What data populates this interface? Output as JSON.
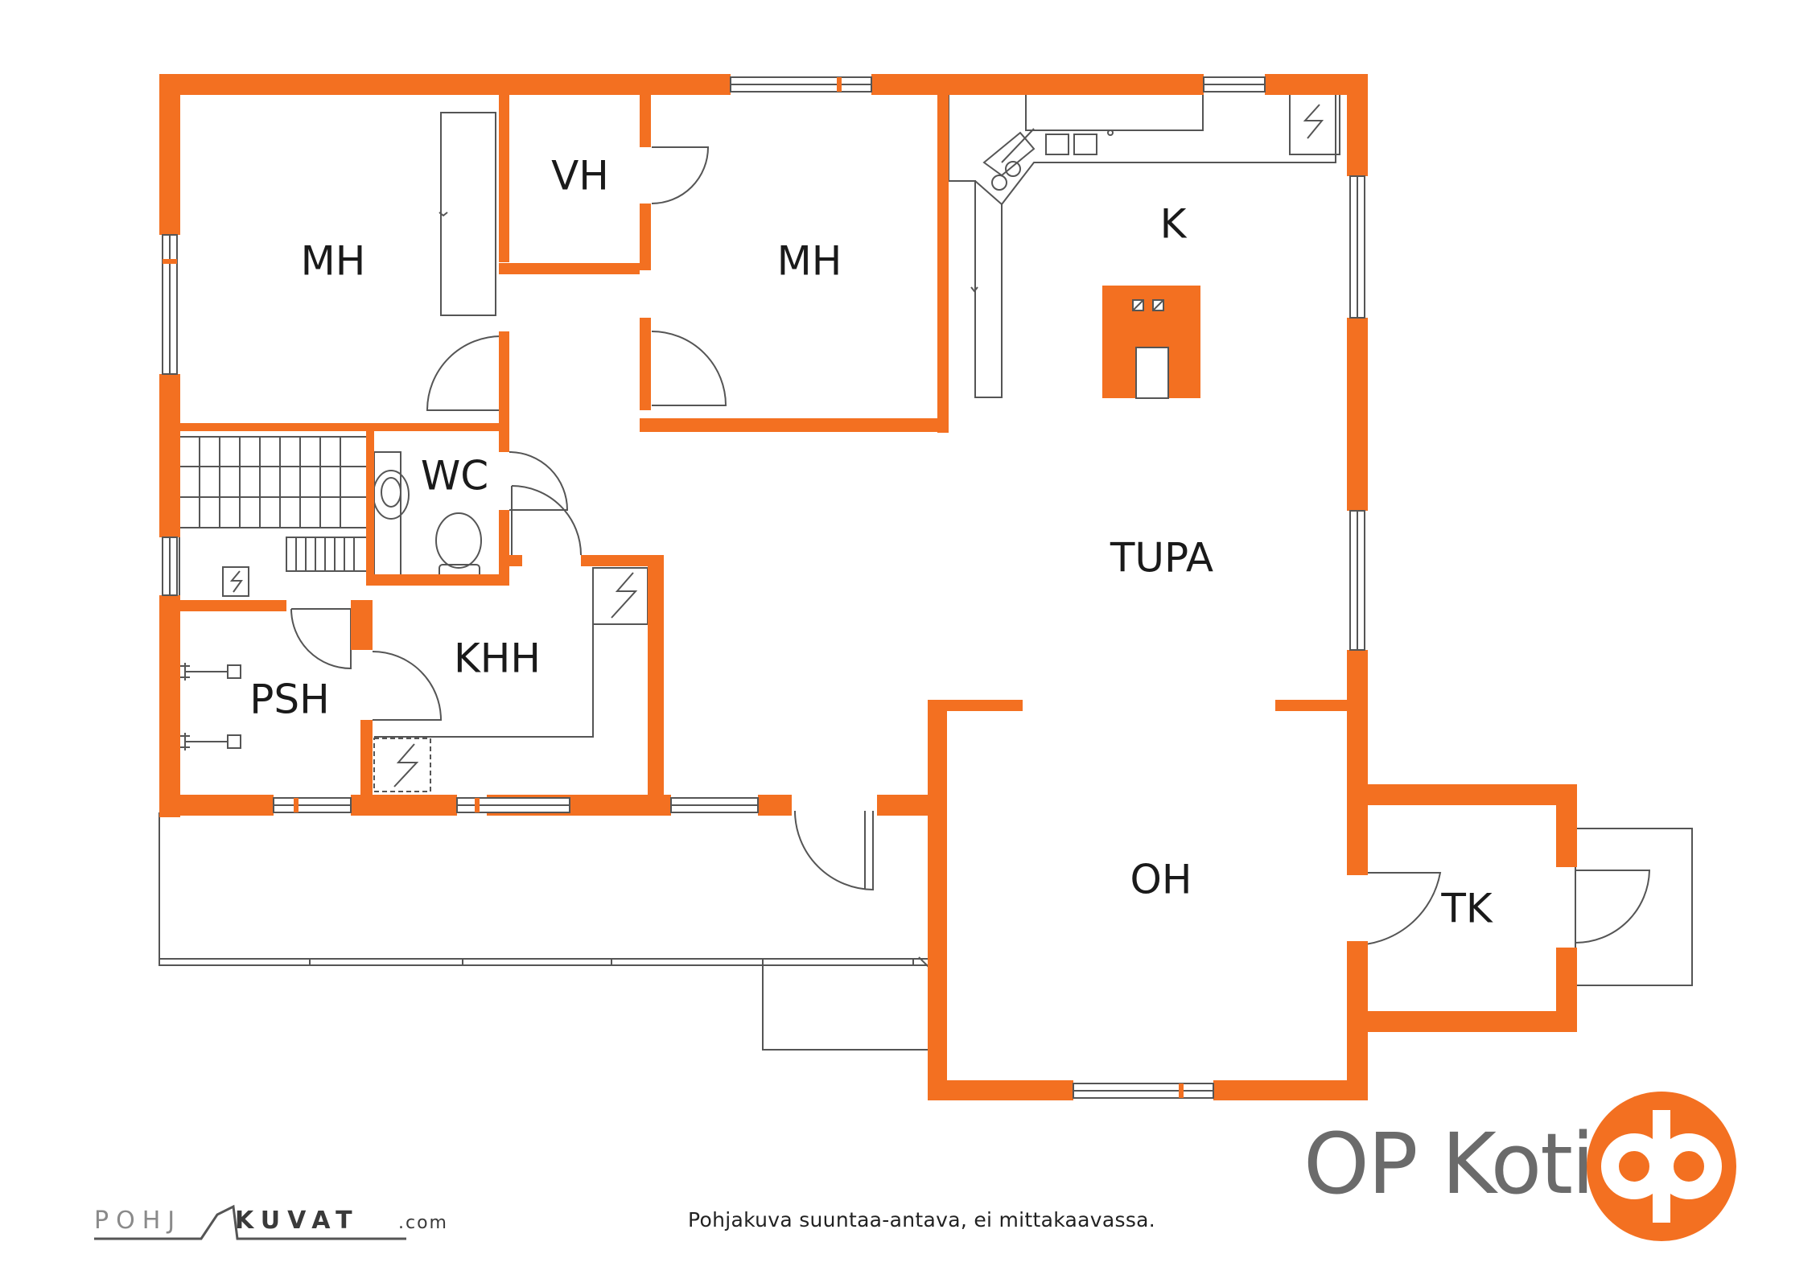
{
  "rooms": [
    {
      "id": "mh1",
      "label": "MH"
    },
    {
      "id": "vh",
      "label": "VH"
    },
    {
      "id": "mh2",
      "label": "MH"
    },
    {
      "id": "k",
      "label": "K"
    },
    {
      "id": "wc",
      "label": "WC"
    },
    {
      "id": "tupa",
      "label": "TUPA"
    },
    {
      "id": "khh",
      "label": "KHH"
    },
    {
      "id": "psh",
      "label": "PSH"
    },
    {
      "id": "oh",
      "label": "OH"
    },
    {
      "id": "tk",
      "label": "TK"
    }
  ],
  "caption": "Pohjakuva suuntaa-antava, ei mittakaavassa.",
  "brand": {
    "name": "OP Koti",
    "logo_icon": "op-logo-icon"
  },
  "credit": {
    "part1": "POHJ",
    "part2": "KUVAT",
    "part3": ".com"
  },
  "colors": {
    "wall": "#f37021",
    "line": "#555555",
    "background": "#ffffff",
    "brand_gray": "#6b6b6b"
  }
}
